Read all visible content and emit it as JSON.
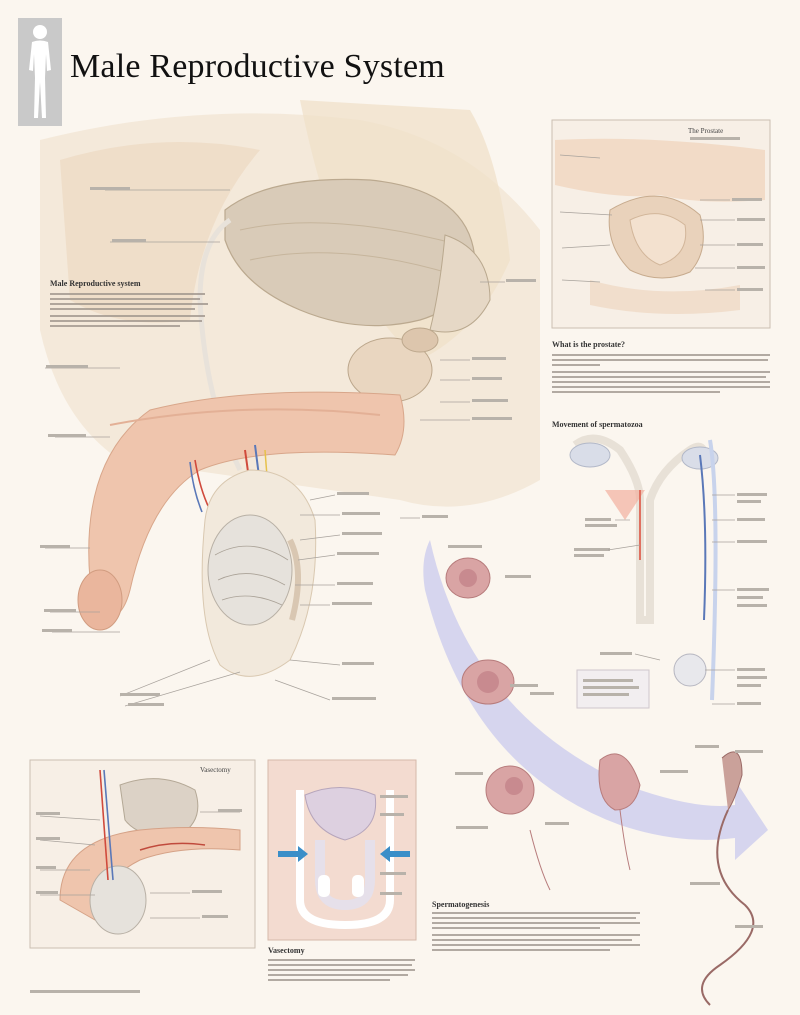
{
  "title": "Male Reproductive System",
  "icons": {
    "figure": "human-figure-icon"
  },
  "colors": {
    "background": "#fbf6ef",
    "bladder": "#d9cbb8",
    "penis": "#efc5ad",
    "vessel_red": "#d04a3c",
    "vessel_blue": "#5a78b8",
    "arrow": "#c9c9ee",
    "sperm_cell": "#d49a9a"
  },
  "panels": {
    "prostate_inset": {
      "title": "The Prostate"
    },
    "prostate_text": {
      "heading": "What is the prostate?"
    },
    "movement": {
      "heading": "Movement of spermatozoa"
    },
    "main_text": {
      "heading": "Male Reproductive system"
    },
    "vasectomy": {
      "title": "Vasectomy"
    },
    "spermatogenesis": {
      "heading": "Spermatogenesis"
    }
  }
}
